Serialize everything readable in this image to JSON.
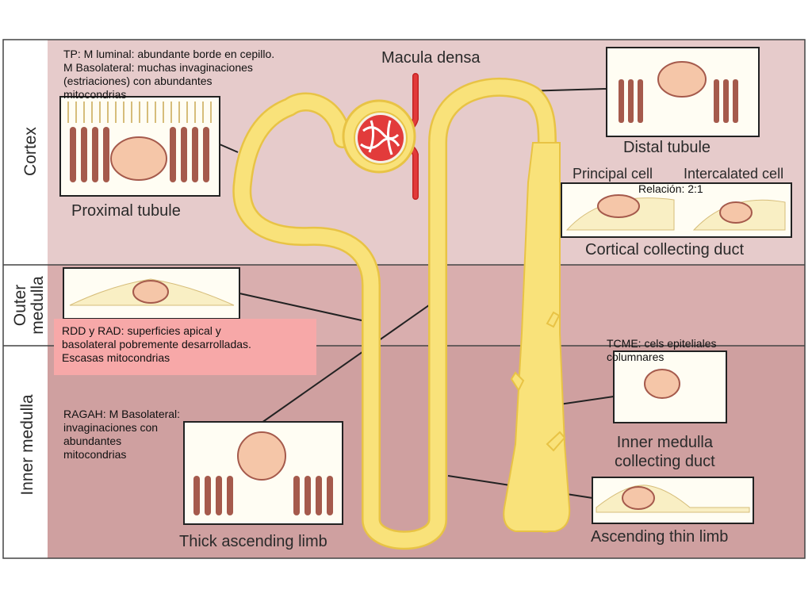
{
  "regions": {
    "cortex": "Cortex",
    "outer_medulla_line1": "Outer",
    "outer_medulla_line2": "medulla",
    "inner_medulla": "Inner medulla"
  },
  "labels": {
    "macula_densa": "Macula densa",
    "proximal_tubule": "Proximal tubule",
    "distal_tubule": "Distal tubule",
    "principal_cell": "Principal cell",
    "intercalated_cell": "Intercalated cell",
    "cortical_collecting_duct": "Cortical collecting duct",
    "inner_medulla_cd_line1": "Inner medulla",
    "inner_medulla_cd_line2": "collecting duct",
    "thick_ascending_limb": "Thick ascending limb",
    "ascending_thin_limb": "Ascending thin limb"
  },
  "notes": {
    "tp": [
      "TP: M luminal: abundante borde en cepillo.",
      "M Basolateral: muchas invaginaciones",
      "(estriaciones) con abundantes",
      "mitocondrias"
    ],
    "relacion": "Relación: 2:1",
    "rdd": [
      "RDD y RAD: superficies apical y",
      "basolateral pobremente desarrolladas.",
      "Escasas mitocondrias"
    ],
    "tcme": [
      "TCME: cels epiteliales",
      "columnares"
    ],
    "ragah": [
      "RAGAH: M Basolateral:",
      "invaginaciones con",
      "abundantes",
      "mitocondrias"
    ]
  },
  "colors": {
    "cortex": "#e6cbcb",
    "outer_medulla": "#d9aeae",
    "inner_medulla": "#cfa0a0",
    "tubule": "#f9e27a",
    "tubule_edge": "#e8c345",
    "vessel": "#e23b3b",
    "pink_box": "#f7a8a8"
  }
}
